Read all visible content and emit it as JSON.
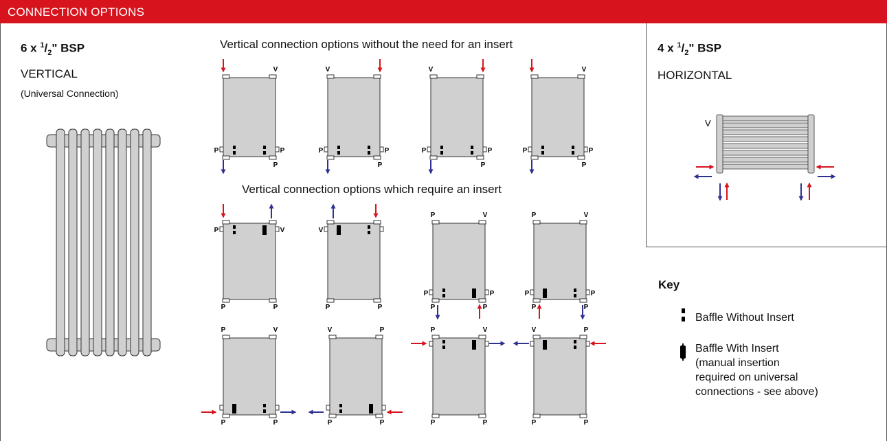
{
  "banner": {
    "title": "CONNECTION OPTIONS",
    "color": "#d7141e"
  },
  "left_panel": {
    "size_main": "6 x ",
    "size_num": "1",
    "size_den": "2",
    "size_unit": "\" BSP",
    "orientation": "VERTICAL",
    "subtitle": "(Universal Connection)"
  },
  "section_no_insert": {
    "title": "Vertical connection options without the need for an insert"
  },
  "section_insert": {
    "title": "Vertical connection options which require an insert"
  },
  "right_panel": {
    "size_main": "4 x ",
    "size_num": "1",
    "size_den": "2",
    "size_unit": "\" BSP",
    "orientation": "HORIZONTAL",
    "valve_label": "V"
  },
  "port_labels": {
    "pipe": "P",
    "valve": "V"
  },
  "key": {
    "title": "Key",
    "items": [
      {
        "icon": "baffle-without-insert-icon",
        "label": "Baffle Without Insert"
      },
      {
        "icon": "baffle-with-insert-icon",
        "lines": [
          "Baffle With Insert",
          "(manual insertion",
          "required on universal",
          "connections - see above)"
        ]
      }
    ]
  },
  "colors": {
    "flow_in": "#d7141e",
    "flow_out": "#2e3192",
    "panel_fill": "#d0d0d0"
  }
}
